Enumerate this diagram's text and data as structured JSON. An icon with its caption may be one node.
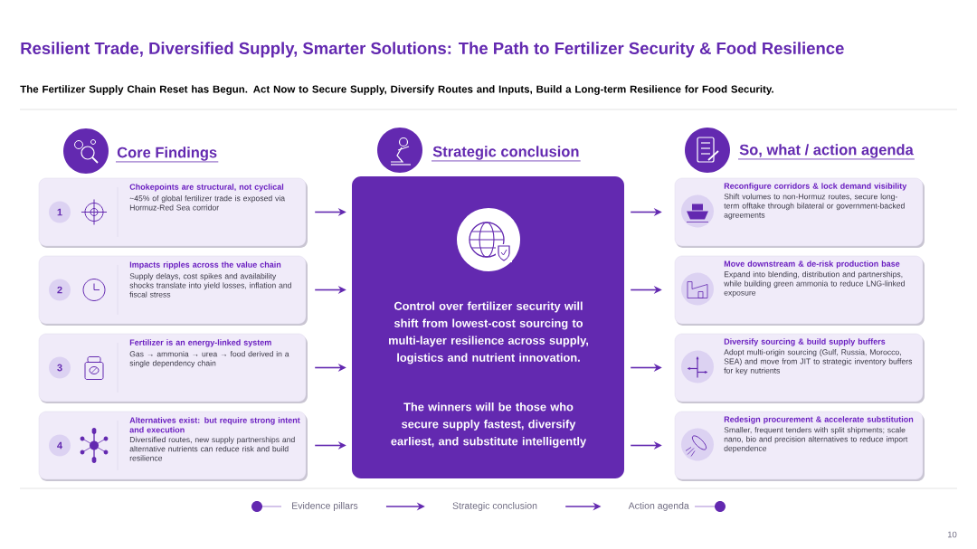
{
  "diagram": {
    "title": "Resilient Trade, Diversified Supply, Smarter Solutions: The Path to Fertilizer Security & Food Resilience",
    "nodes": [
      {
        "text": [
          "1",
          "Chokepoints are structural, not cyclical",
          "~45% of global fertilizer trade is exposed via Hormuz-Red Sea corridor"
        ]
      },
      {
        "text": [
          "2",
          "Impacts ripples across the value chain",
          "Supply delays, cost spikes and availability shocks translate into yield losses, inflation and fiscal stress"
        ]
      },
      {
        "text": [
          "3",
          "Fertilizer is an energy-linked system",
          "Gas → ammonia → urea → food derived in a single dependency chain"
        ]
      },
      {
        "text": [
          "4",
          "Alternatives exist: but require strong intent and execution",
          "Diversified routes, new supply partnerships and alternative nutrients can reduce risk and build resilience"
        ]
      },
      {
        "text": [
          "Control over fertilizer security will shift from lowest-cost sourcing to multi-layer resilience across supply, logistics and nutrient innovation.",
          "The winners will be those who secure supply fastest, diversify earliest, and substitute intelligently"
        ]
      },
      {
        "text": [
          "Reconfigure corridors & lock demand visibility",
          "Shift volumes to non-Hormuz routes, secure long-term offtake through bilateral or government-backed agreements"
        ]
      },
      {
        "text": [
          "Move downstream & de-risk production base",
          "Expand into blending, distribution and partnerships, while building green ammonia to reduce LNG-linked exposure"
        ]
      },
      {
        "text": [
          "Diversify sourcing & build supply buffers",
          "Adopt multi-origin sourcing (Gulf, Russia, Morocco, SEA) and move from JIT to strategic inventory buffers for key nutrients"
        ]
      },
      {
        "text": [
          "Redesign procurement & accelerate substitution",
          "Smaller, frequent tenders with split shipments; scale nano, bio and precision alternatives to reduce import dependence"
        ]
      },
      {
        "text": [
          "Evidence pillars"
        ]
      },
      {
        "text": [
          "Strategic conclusion"
        ]
      },
      {
        "text": [
          "Action agenda"
        ]
      }
    ],
    "edges": [
      {
        "from": 0,
        "to": 4,
        "arrow": "to"
      },
      {
        "from": 1,
        "to": 4,
        "arrow": "to"
      },
      {
        "from": 2,
        "to": 4,
        "arrow": "to"
      },
      {
        "from": 3,
        "to": 4,
        "arrow": "to"
      },
      {
        "from": 4,
        "to": 5,
        "arrow": "to"
      },
      {
        "from": 4,
        "to": 6,
        "arrow": "to"
      },
      {
        "from": 4,
        "to": 7,
        "arrow": "to"
      },
      {
        "from": 4,
        "to": 8,
        "arrow": "to"
      },
      {
        "from": 9,
        "to": 10,
        "arrow": "to"
      },
      {
        "from": 10,
        "to": 11,
        "arrow": "to"
      }
    ],
    "labels": [
      "The Fertilizer Supply Chain Reset has Begun. Act Now to Secure Supply, Diversify Routes and Inputs, Build a Long-term Resilience for Food Security.",
      "Core Findings",
      "Strategic conclusion",
      "So, what / action agenda",
      "10"
    ]
  }
}
